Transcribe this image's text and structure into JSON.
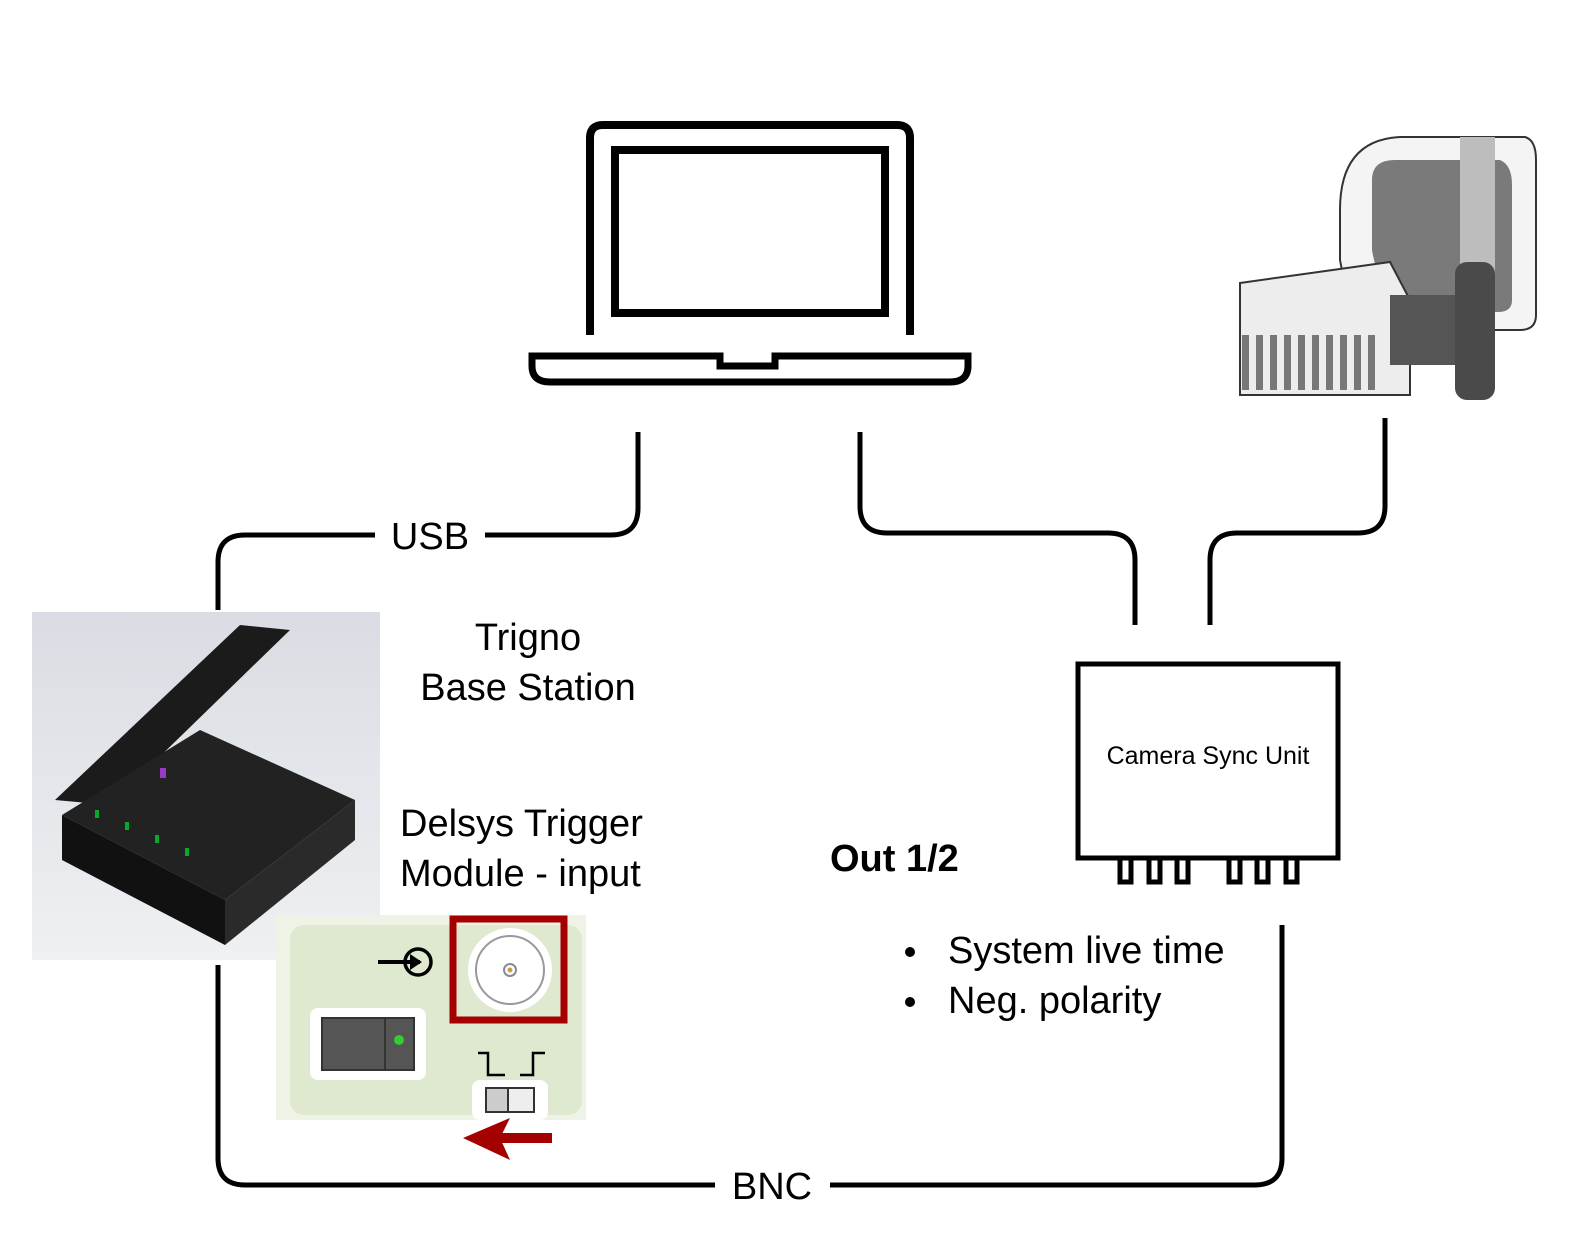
{
  "devices": {
    "trigno_line1": "Trigno",
    "trigno_line2": "Base Station",
    "trigger_line1": "Delsys Trigger",
    "trigger_line2": "Module - input",
    "sync_unit": "Camera Sync Unit"
  },
  "connections": {
    "usb": "USB",
    "bnc": "BNC"
  },
  "output": {
    "label": "Out 1/2",
    "bullets": [
      "System live time",
      "Neg. polarity"
    ]
  },
  "colors": {
    "highlight": "#a50000",
    "module_bg": "#dfe9cf",
    "line": "#000000"
  }
}
